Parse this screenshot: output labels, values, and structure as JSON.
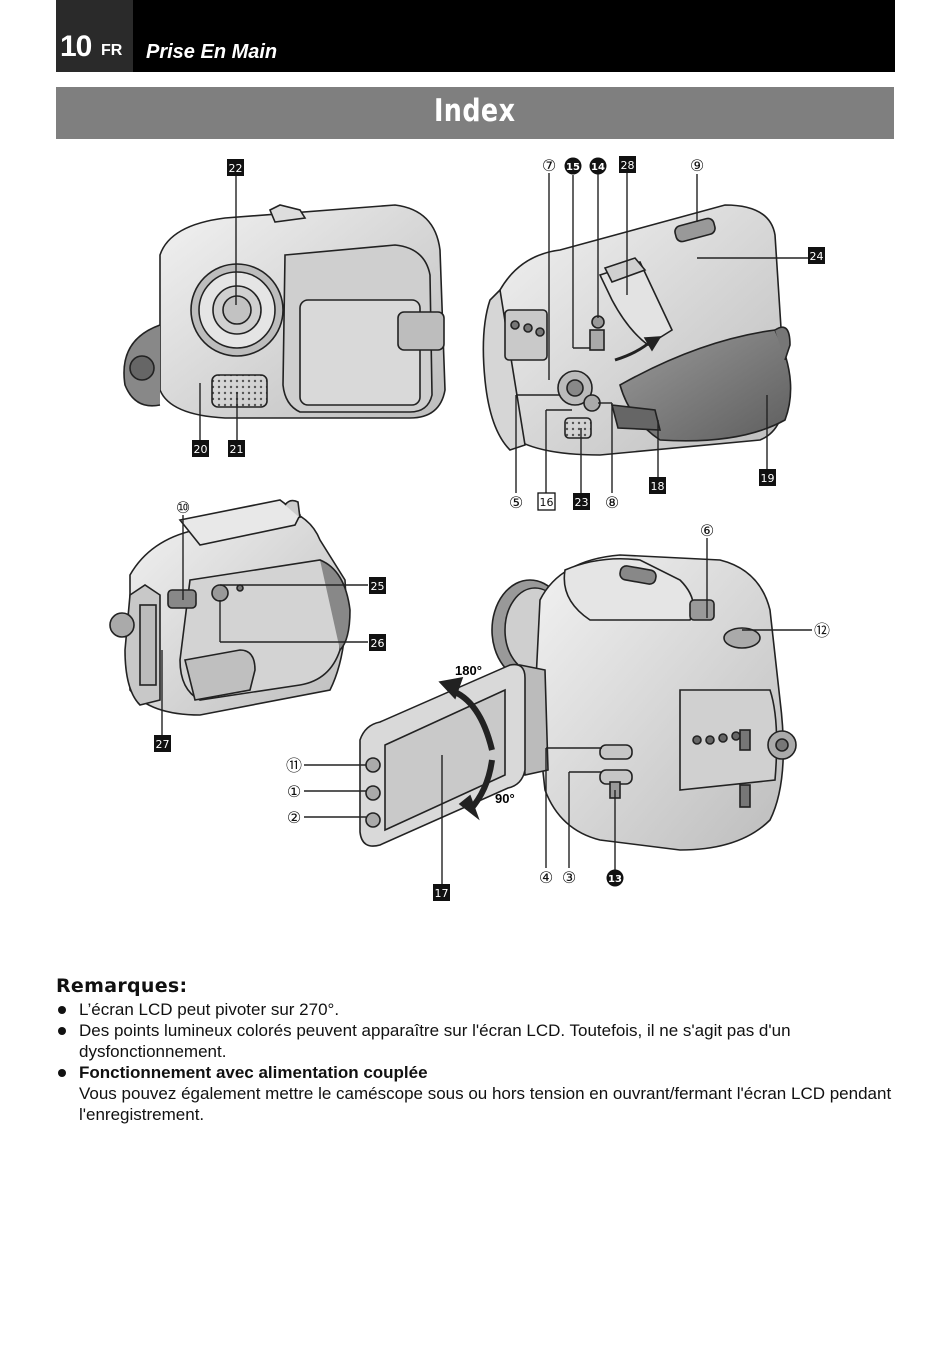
{
  "header": {
    "page_number": "10",
    "language": "FR",
    "section": "Prise En Main"
  },
  "index_title": "Index",
  "callouts": {
    "c1": "①",
    "c2": "②",
    "c3": "③",
    "c4": "④",
    "c5": "⑤",
    "c6": "⑥",
    "c7": "⑦",
    "c8": "⑧",
    "c9": "⑨",
    "c10": "⑩",
    "c11": "⑪",
    "c12": "⑫",
    "c13": "13",
    "c14": "14",
    "c15": "15",
    "c16": "16",
    "c17": "17",
    "c18": "18",
    "c19": "19",
    "c20": "20",
    "c21": "21",
    "c22": "22",
    "c23": "23",
    "c24": "24",
    "c25": "25",
    "c26": "26",
    "c27": "27",
    "c28": "28"
  },
  "angles": {
    "a180": "180°",
    "a90": "90°"
  },
  "remarks": {
    "heading": "Remarques:",
    "items": [
      "L’écran LCD peut pivoter sur 270°.",
      "Des points lumineux colorés peuvent apparaître sur l'écran LCD. Toutefois, il ne s'agit pas d'un dysfonctionnement."
    ],
    "power_title": "Fonctionnement avec alimentation couplée",
    "power_text": "Vous pouvez également mettre le caméscope sous ou hors tension en ouvrant/fermant l'écran LCD pendant l'enregistrement."
  }
}
